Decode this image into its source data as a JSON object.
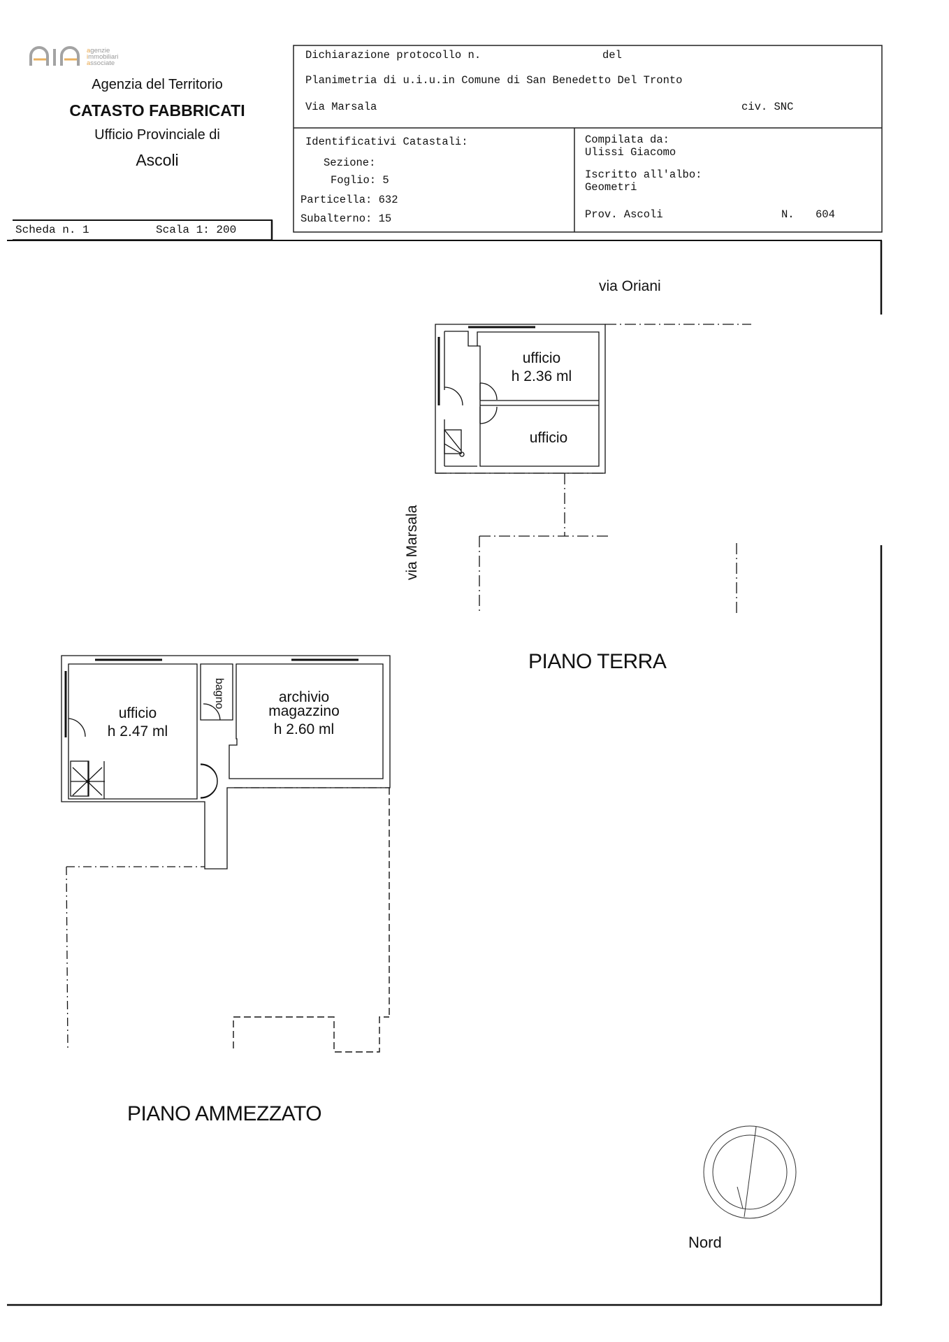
{
  "logo": {
    "lines": [
      "agenzie",
      "immobiliari",
      "associate"
    ],
    "brand_colors": {
      "gray": "#a0a0a0",
      "orange": "#e8b060"
    }
  },
  "agency": {
    "line1": "Agenzia del Territorio",
    "line2": "CATASTO FABBRICATI",
    "line3": "Ufficio Provinciale di",
    "line4": "Ascoli"
  },
  "scheda": {
    "label": "Scheda n. 1",
    "scale": "Scala 1: 200"
  },
  "header": {
    "protocol": "Dichiarazione protocollo n.",
    "del": "del",
    "planimetria": "Planimetria di u.i.u.in Comune di San Benedetto Del Tronto",
    "address": "Via Marsala",
    "civico": "civ. SNC",
    "identificativi": {
      "title": "Identificativi Catastali:",
      "sezione": "Sezione:",
      "foglio": "Foglio: 5",
      "particella": "Particella: 632",
      "subalterno": "Subalterno: 15"
    },
    "compilata": {
      "label": "Compilata da:",
      "name": "Ulissi Giacomo",
      "albo_label": "Iscritto all'albo:",
      "albo": "Geometri",
      "prov": "Prov. Ascoli",
      "n_label": "N.",
      "n_value": "604"
    }
  },
  "drawing": {
    "street_top": "via Oriani",
    "street_left": "via Marsala",
    "piano_terra": {
      "title": "PIANO TERRA",
      "rooms": [
        {
          "name": "ufficio",
          "height": "h 2.36 ml"
        },
        {
          "name": "ufficio",
          "height": ""
        }
      ]
    },
    "piano_ammezzato": {
      "title": "PIANO AMMEZZATO",
      "rooms": [
        {
          "name": "ufficio",
          "height": "h 2.47 ml"
        },
        {
          "name": "bagno",
          "height": ""
        },
        {
          "name": "archivio magazzino",
          "line1": "archivio",
          "line2": "magazzino",
          "height": "h 2.60 ml"
        }
      ]
    },
    "compass_label": "Nord"
  }
}
